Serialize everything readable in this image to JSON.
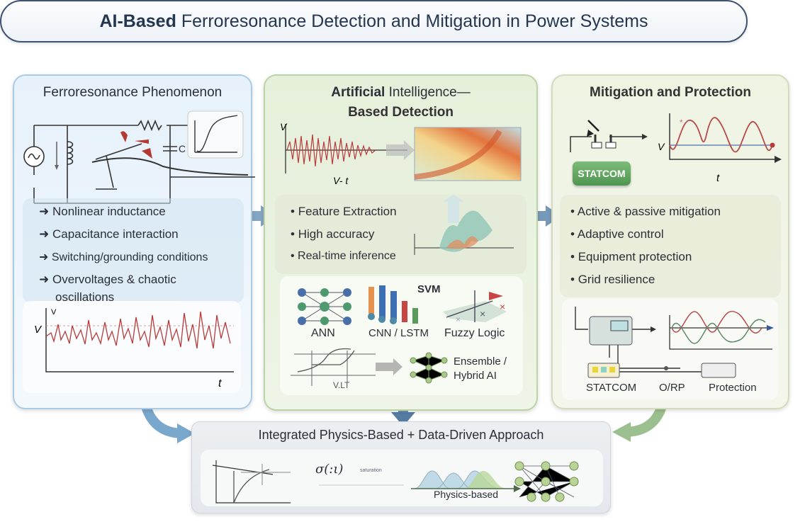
{
  "title": {
    "bold": "AI-Based",
    "rest": "Ferroresonance Detection and Mitigation in Power Systems"
  },
  "left": {
    "title": "Ferroresonance Phenomenon",
    "capacitor_label": "C",
    "bullets": [
      "Nonlinear inductance",
      "Capacitance interaction",
      "Switching/grounding conditions",
      "Overvoltages & chaotic",
      "oscillations"
    ],
    "chart": {
      "y_label": "V",
      "y_label_top": "V",
      "x_label": "t"
    }
  },
  "middle": {
    "title_line1_bold": "Artificial",
    "title_line1_rest": "Intelligence—",
    "title_line2": "Based Detection",
    "waveform": {
      "y_label": "V",
      "x_label": "V- t"
    },
    "bullets": [
      "Feature Extraction",
      "High accuracy",
      "Real-time inference"
    ],
    "methods": {
      "ann": "ANN",
      "cnn": "CNN / LSTM",
      "svm": "SVM",
      "fuzzy": "Fuzzy Logic",
      "ensemble_1": "Ensemble /",
      "ensemble_2": "Hybrid AI",
      "vlt": "V.LT"
    }
  },
  "right": {
    "title": "Mitigation and Protection",
    "statcom_button": "STATCOM",
    "chart": {
      "y_label": "V",
      "x_label": "t"
    },
    "bullets": [
      "Active & passive mitigation",
      "Adaptive control",
      "Equipment protection",
      "Grid resilience"
    ],
    "diagram": {
      "statcom": "STATCOM",
      "orp": "O/RP",
      "protection": "Protection"
    }
  },
  "bottom": {
    "title": "Integrated Physics-Based + Data-Driven Approach",
    "sigma": "σ(:ι)",
    "saturation": "saturation",
    "physics": "Physics-based"
  },
  "colors": {
    "accent_blue": "#4f7fa6",
    "statcom_green": "#5a9e5a",
    "wave_red": "#b83a3a"
  }
}
